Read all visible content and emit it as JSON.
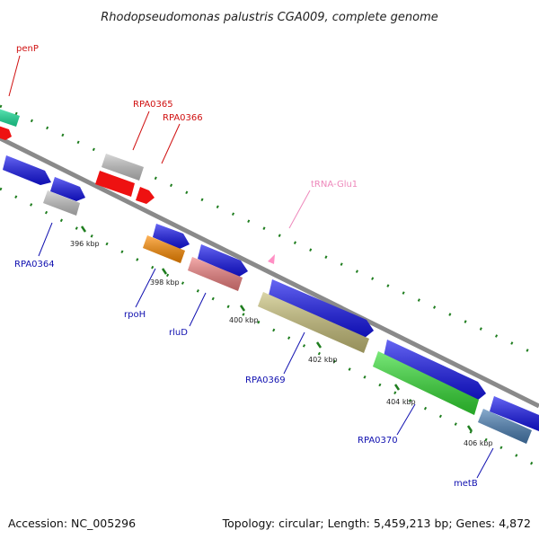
{
  "title": "Rhodopseudomonas palustris CGA009, complete genome",
  "footer": {
    "accession": "Accession: NC_005296",
    "summary": "Topology: circular; Length: 5,459,213 bp; Genes: 4,872"
  },
  "colors": {
    "backbone": "#8a8a8a",
    "tick": "#1e7d1e",
    "red_label": "#d01010",
    "blue_label": "#1010b0",
    "pink_label": "#ee88bb"
  },
  "ticks": [
    {
      "label": "396 kbp"
    },
    {
      "label": "398 kbp"
    },
    {
      "label": "400 kbp"
    },
    {
      "label": "402 kbp"
    },
    {
      "label": "404 kbp"
    },
    {
      "label": "406 kbp"
    }
  ],
  "gene_labels": [
    {
      "name": "penP",
      "color": "red"
    },
    {
      "name": "RPA0365",
      "color": "red"
    },
    {
      "name": "RPA0366",
      "color": "red"
    },
    {
      "name": "tRNA-Glu1",
      "color": "pink"
    },
    {
      "name": "RPA0364",
      "color": "blue"
    },
    {
      "name": "rpoH",
      "color": "blue"
    },
    {
      "name": "rluD",
      "color": "blue"
    },
    {
      "name": "RPA0369",
      "color": "blue"
    },
    {
      "name": "RPA0370",
      "color": "blue"
    },
    {
      "name": "metB",
      "color": "blue"
    }
  ]
}
